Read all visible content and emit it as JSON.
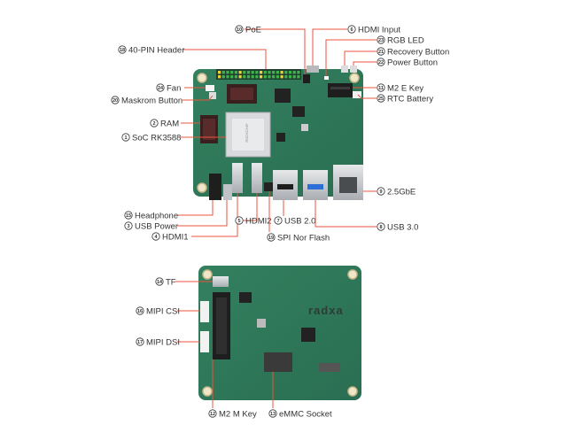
{
  "brand": "radxa",
  "chip_text": "ROCKCHIP",
  "colors": {
    "pcb": "#2f7a5a",
    "pcb_dark": "#25654a",
    "line": "#e8543f",
    "text": "#333333",
    "metal": "#c9ccd0",
    "chip": "#2a2a2a",
    "connector_black": "#1e1e1e",
    "header_green": "#3fb34a",
    "header_yellow": "#e8d33a"
  },
  "top_callouts": [
    {
      "num": "1",
      "text": "SoC RK3588"
    },
    {
      "num": "2",
      "text": "RAM"
    },
    {
      "num": "3",
      "text": "USB Power"
    },
    {
      "num": "4",
      "text": "HDMI1"
    },
    {
      "num": "5",
      "text": "HDMI2"
    },
    {
      "num": "6",
      "text": "HDMI Input"
    },
    {
      "num": "7",
      "text": "USB 2.0"
    },
    {
      "num": "8",
      "text": "USB 3.0"
    },
    {
      "num": "9",
      "text": "2.5GbE"
    },
    {
      "num": "10",
      "text": "PoE"
    },
    {
      "num": "11",
      "text": "M2 E Key"
    },
    {
      "num": "15",
      "text": "Headphone"
    },
    {
      "num": "18",
      "text": "40-PIN Header"
    },
    {
      "num": "19",
      "text": "SPI Nor Flash"
    },
    {
      "num": "20",
      "text": "Maskrom Button"
    },
    {
      "num": "21",
      "text": "Recovery Button"
    },
    {
      "num": "22",
      "text": "Power Button"
    },
    {
      "num": "23",
      "text": "RGB LED"
    },
    {
      "num": "24",
      "text": "Fan"
    },
    {
      "num": "25",
      "text": "RTC Battery"
    }
  ],
  "bottom_callouts": [
    {
      "num": "12",
      "text": "M2 M Key"
    },
    {
      "num": "13",
      "text": "eMMC Socket"
    },
    {
      "num": "14",
      "text": "TF"
    },
    {
      "num": "16",
      "text": "MIPI CSI"
    },
    {
      "num": "17",
      "text": "MIPI DSI"
    }
  ]
}
